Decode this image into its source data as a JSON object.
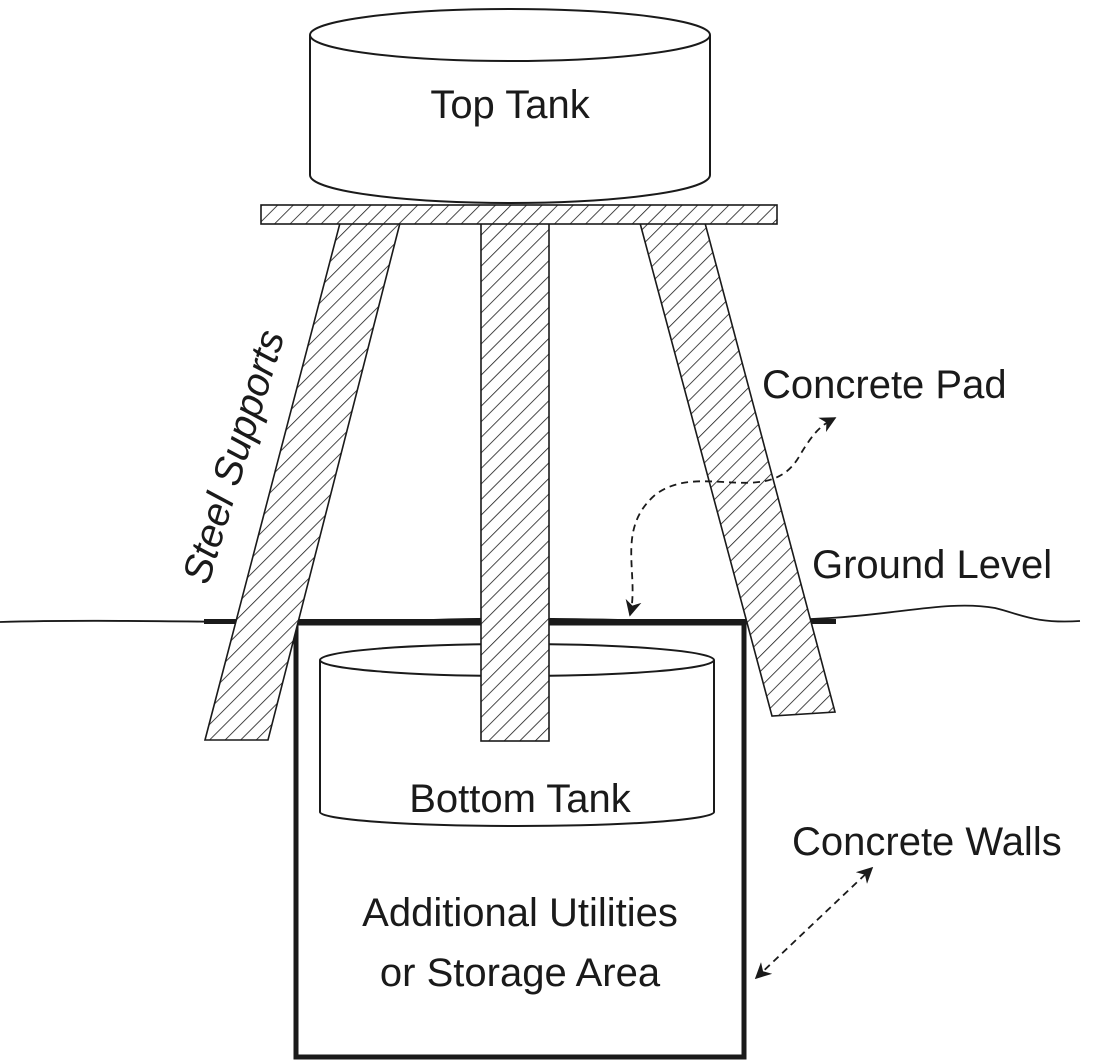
{
  "labels": {
    "top_tank": "Top Tank",
    "steel_supports": "Steel Supports",
    "concrete_pad": "Concrete Pad",
    "ground_level": "Ground Level",
    "bottom_tank": "Bottom Tank",
    "concrete_walls": "Concrete Walls",
    "utilities_line1": "Additional Utilities",
    "utilities_line2": "or Storage Area"
  },
  "colors": {
    "stroke": "#1a1a1a",
    "background": "#ffffff"
  }
}
